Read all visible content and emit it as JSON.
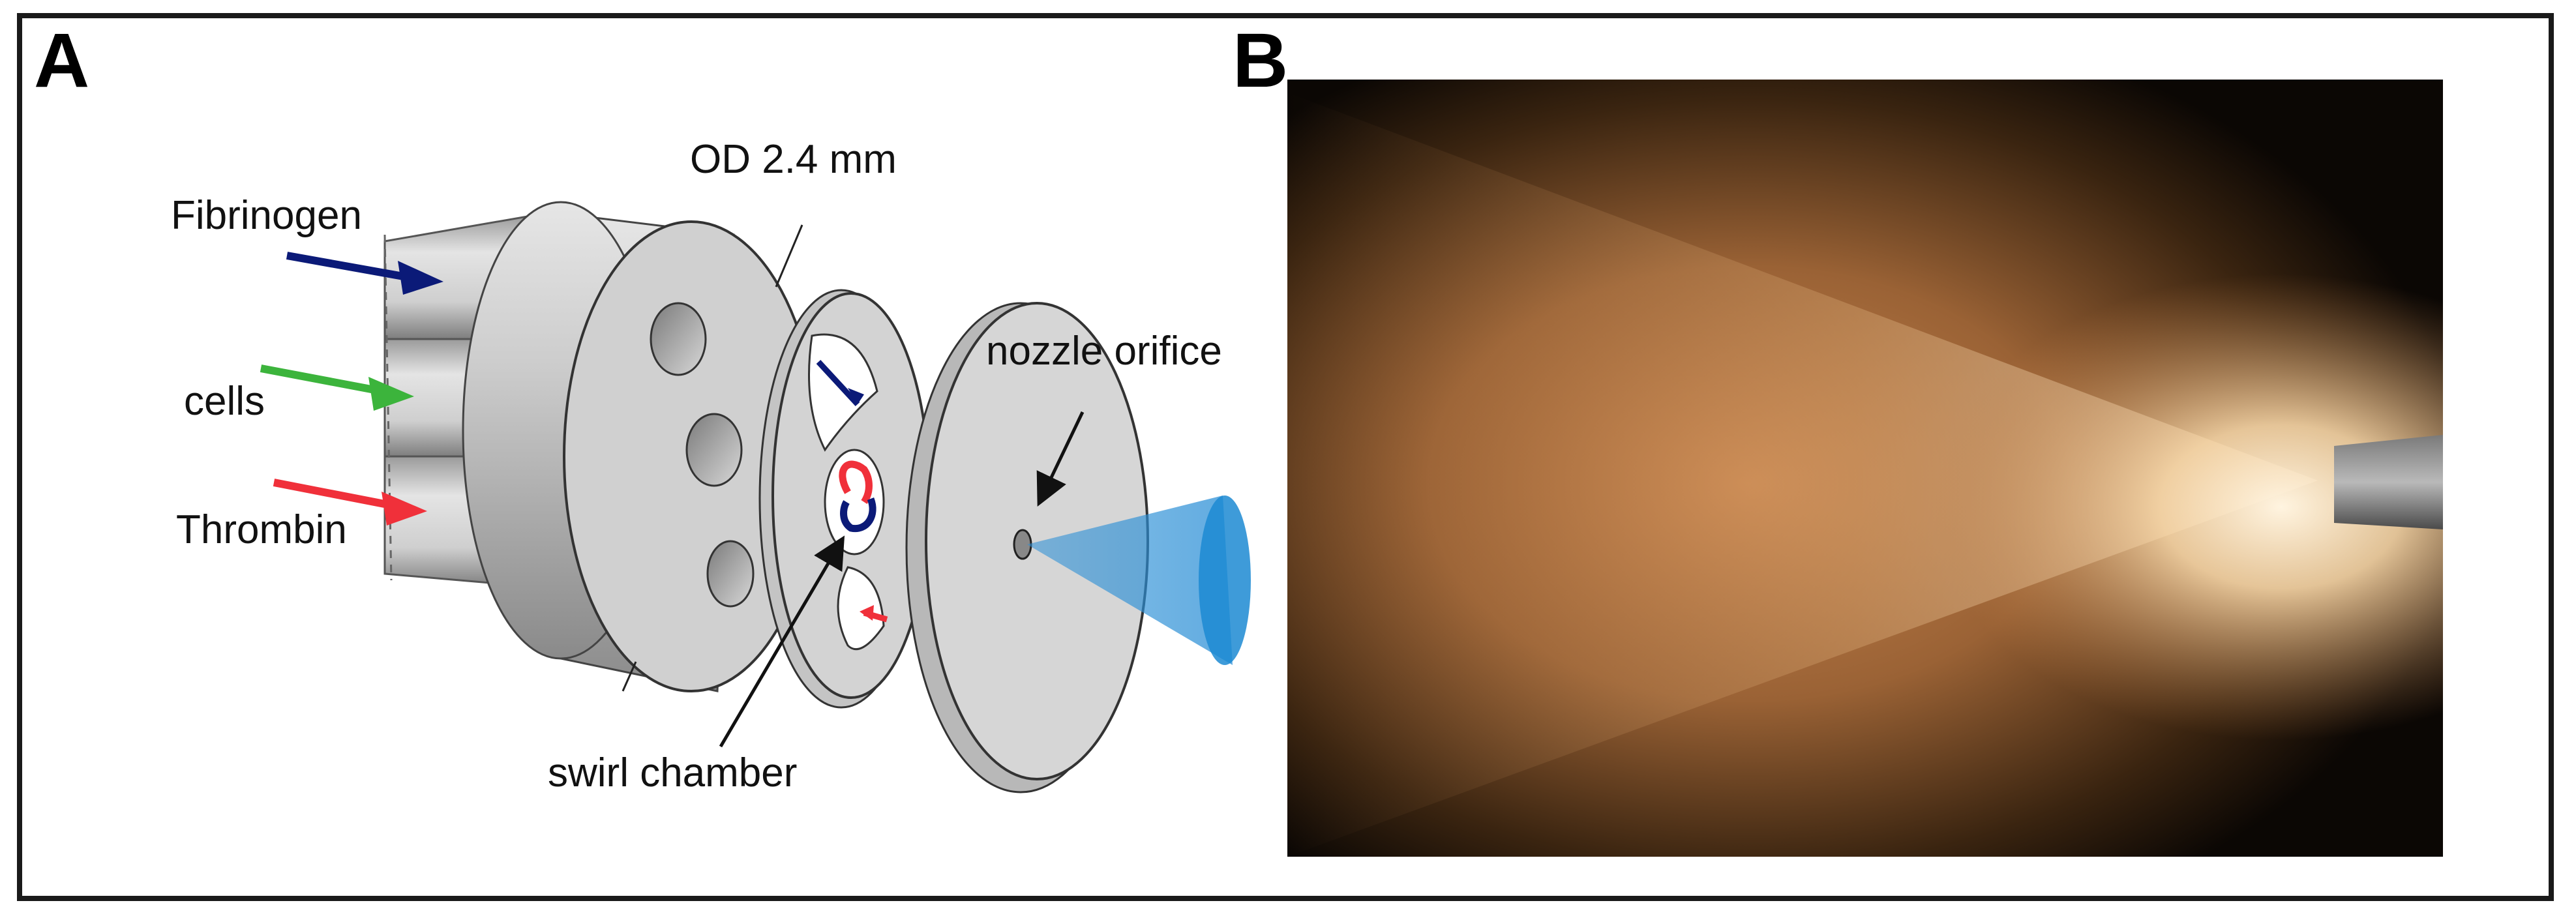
{
  "panels": {
    "a_label": "A",
    "b_label": "B"
  },
  "labels": {
    "od": "OD 2.4 mm",
    "fibrinogen": "Fibrinogen",
    "cells": "cells",
    "thrombin": "Thrombin",
    "nozzle_orifice": "nozzle orifice",
    "swirl_chamber": "swirl chamber"
  },
  "colors": {
    "fibrinogen_arrow": "#0b1a78",
    "cells_arrow": "#3cb43c",
    "thrombin_arrow": "#f0303a",
    "spray_cone": "#2b8fd6",
    "metal": "#cfcfcf"
  }
}
